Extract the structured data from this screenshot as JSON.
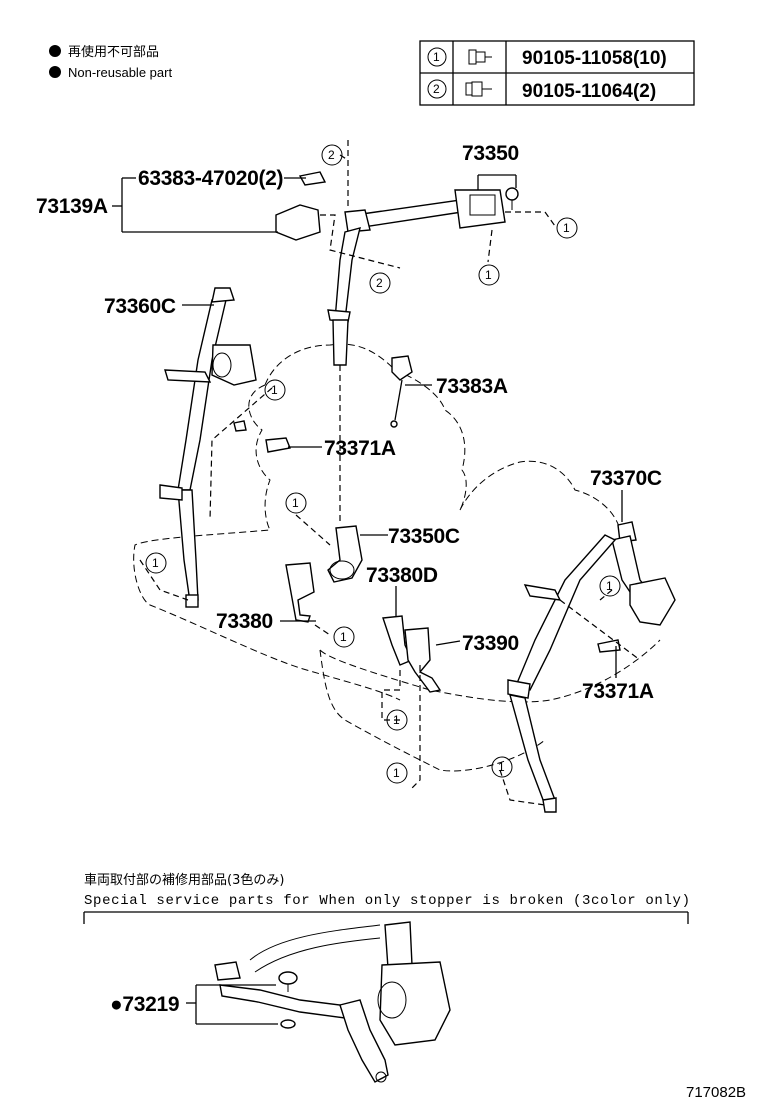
{
  "legend": {
    "line_jp": "再使用不可部品",
    "line_en": "Non-reusable part"
  },
  "fastener_table": {
    "rows": [
      {
        "ref": "1",
        "part_no": "90105-11058(10)"
      },
      {
        "ref": "2",
        "part_no": "90105-11064(2)"
      }
    ]
  },
  "callouts": {
    "c73350": "73350",
    "c63383": "63383-47020(2)",
    "c73139A": "73139A",
    "c73360C": "73360C",
    "c73383A": "73383A",
    "c73371A_left": "73371A",
    "c73370C": "73370C",
    "c73350C": "73350C",
    "c73380D": "73380D",
    "c73380": "73380",
    "c73390": "73390",
    "c73371A_right": "73371A",
    "c73219": "●73219"
  },
  "refs": {
    "one": "1",
    "two": "2"
  },
  "service": {
    "title_jp": "車両取付部の補修用部品(3色のみ)",
    "title_en": "Special service parts for When only stopper is broken (3color only)"
  },
  "figure_id": "717082B"
}
